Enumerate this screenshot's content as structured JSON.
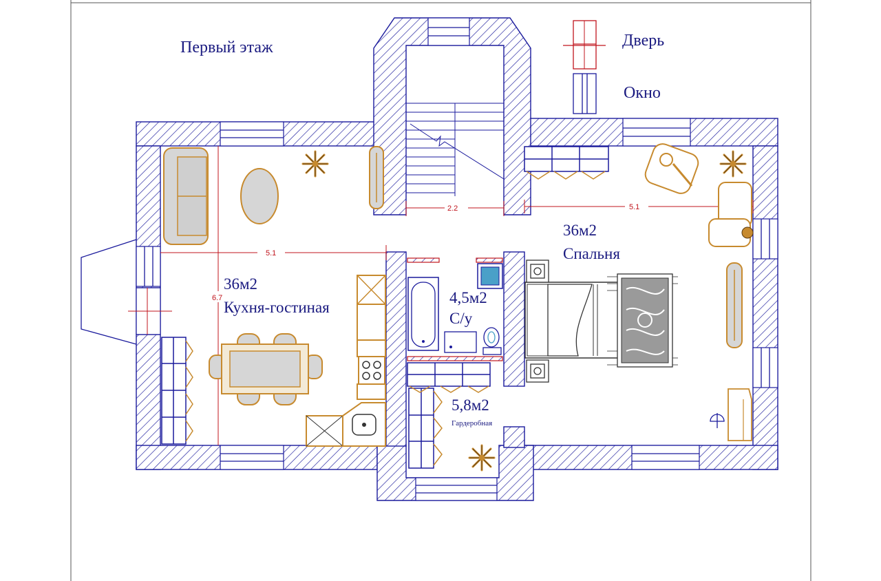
{
  "title": "Первый этаж",
  "legend": {
    "door": "Дверь",
    "window": "Окно"
  },
  "rooms": {
    "kitchen": {
      "area": "36м2",
      "name": "Кухня-гостиная"
    },
    "bedroom": {
      "area": "36м2",
      "name": "Спальня"
    },
    "bathroom": {
      "area": "4,5м2",
      "name": "С/у"
    },
    "wardrobe": {
      "area": "5,8м2",
      "name": "Гардеробная"
    }
  },
  "dimensions": {
    "kitchen_width": "5.1",
    "kitchen_depth": "6.7",
    "stair_width": "2.2",
    "bedroom_width": "5.1"
  },
  "colors": {
    "wall_outline": "#1a1a9c",
    "dimension": "#c0141c",
    "furniture": "#c78a2e",
    "label": "#1a1a80"
  },
  "icons": {
    "plant": "snowflake-plant-icon",
    "stove": "stove-icon",
    "sink": "sink-icon",
    "toilet": "toilet-icon"
  }
}
